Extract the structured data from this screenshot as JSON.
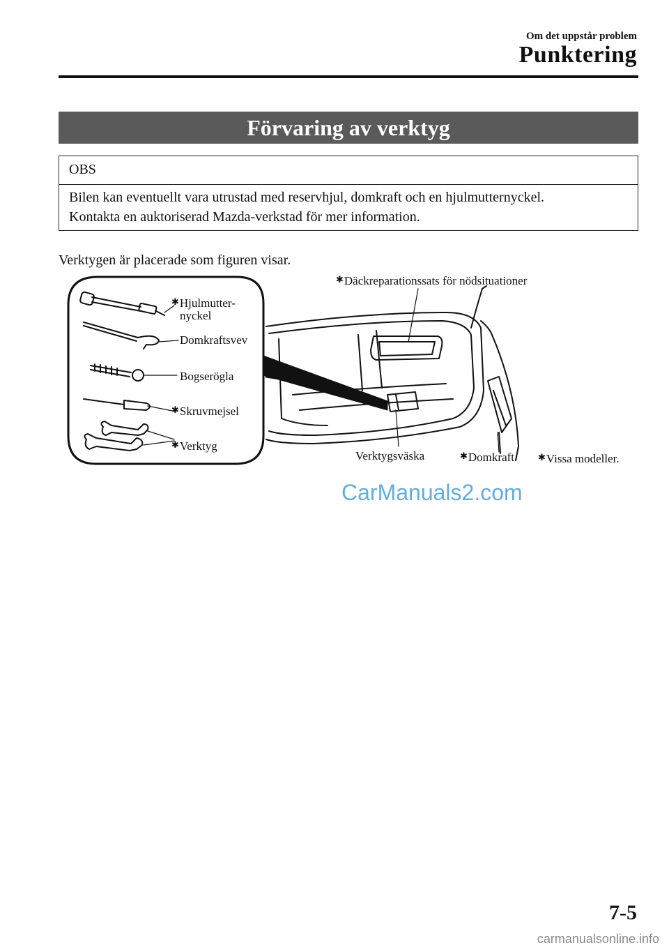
{
  "header": {
    "chapter": "Om det uppstår problem",
    "title": "Punktering"
  },
  "section": {
    "title": "Förvaring av verktyg"
  },
  "note": {
    "heading": "OBS",
    "line1": "Bilen kan eventuellt vara utrustad med reservhjul, domkraft och en hjulmutternyckel.",
    "line2": "Kontakta en auktoriserad Mazda-verkstad för mer information."
  },
  "intro": "Verktygen är placerade som figuren visar.",
  "figure": {
    "labels": {
      "repair_kit": "Däckreparationssats för nödsituationer",
      "wrench_line1": "Hjulmutter-",
      "wrench_line2": "nyckel",
      "jack_handle": "Domkraftsvev",
      "tow_hook": "Bogserögla",
      "screwdriver": "Skruvmejsel",
      "tools": "Verktyg",
      "tool_bag": "Verktygsväska",
      "jack": "Domkraft",
      "certain_models": "Vissa modeller."
    },
    "marker_symbol": "✱"
  },
  "watermark": "CarManuals2.com",
  "page_number": "7-5",
  "footer_site": "carmanualsonline.info"
}
